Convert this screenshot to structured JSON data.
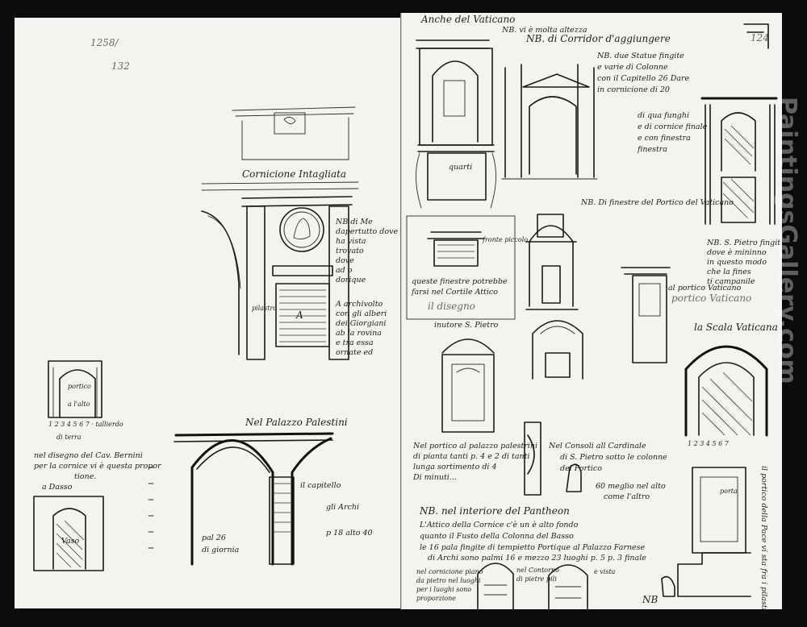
{
  "page": {
    "pencil_numbers": [
      "1258/",
      "132",
      "124"
    ],
    "watermark": "PaintingsGallery.com"
  },
  "left_sheet": {
    "cornice_label": "Cornicione Intagliata",
    "medallion_note": [
      "NB di Me",
      "dapertutto dove",
      "ha vista",
      "trovato",
      "dove",
      "ad o",
      "dorique"
    ],
    "pilaster_label": "pilastro",
    "arch_letter": "A",
    "arch_note": [
      "A archivolto",
      "con gli alberi",
      "dei Giorgiani",
      "ab la rovina",
      "e tra essa",
      "ornate ed"
    ],
    "small_bay_labels": [
      "portico",
      "a l'alto"
    ],
    "small_bay_scale": "1 2 3 4 5 6 7 · tallierdo",
    "small_bay_caption": "di terra",
    "bernini_note": [
      "nel disegno del Cav. Bernini",
      "per la cornice vi è questa propor",
      "tione.",
      "a Dasso"
    ],
    "vaso_label": "Vaso",
    "palazzo_title": "Nel Palazzo Palestini",
    "arch_dims": [
      "pal 26",
      "di giornia"
    ],
    "capital_label": "il capitello",
    "archi_label": "gli Archi",
    "side_dims": "p 18 alto 40"
  },
  "right_sheet": {
    "header_line1": "Anche del Vaticano",
    "header_line2": "NB. vi è molta altezza",
    "header_line3": "NB. di Corridor d'aggiungere",
    "statue_note": [
      "NB. due Statue fingite",
      "e varie di Colonne",
      "con il Capitello 26 Dare",
      "in cornicione di 20"
    ],
    "pilastri_note": [
      "di qua funghi",
      "e di cornice finale",
      "e con finestra",
      "finestra"
    ],
    "quarti_label": "quarti",
    "window_note": "NB. Di finestre del Portico del Vaticano",
    "frontispiece_note": [
      "queste finestre potrebbe",
      "farsi nel Cortile Attico"
    ],
    "fronte_label": "fronte piccolo",
    "pencil_label": "il disegno",
    "san_pietro_label": "inutore S. Pietro",
    "portico_vaticano": "al portico Vaticano",
    "portico_pencil": "portico Vaticano",
    "scala_label": "la Scala Vaticana",
    "scala_scale": "1 2 3 4 5 6 7",
    "pietro_note": [
      "NB. S. Pietro fingit",
      "dove è mininno",
      "in questo modo",
      "che la fines",
      "ti campanile"
    ],
    "palazzo_note": [
      "Nel portico al palazzo palestrini",
      "di pianta tanti p. 4 e 2 di tanti",
      "lunga sortimento di 4",
      "Di minuti..."
    ],
    "consoli_note": [
      "Nel Consoli all Cardinale",
      "di S. Pietro sotto le colonne",
      "del Portico"
    ],
    "console_dims": [
      "60 meglio nel alto",
      "come l'altro"
    ],
    "pantheon_note": [
      "NB. nel interiore del Pantheon",
      "L'Attico della Cornice c'è un è alto fondo",
      "quanto il Fusto della Colonna del Basso",
      "le 16 pala fingite di tempietto Portique al Palazzo Farnese",
      "di Archi sono palmi 16 e mezzo 23 luoghi p. 5 p. 3 finale"
    ],
    "bottom_note": [
      "nel cornicione piano",
      "da pietro nel luoghi",
      "per i luoghi sono",
      "proporzione"
    ],
    "bottom_labels": [
      "nel Contorno",
      "di pietre pili",
      "e vista"
    ],
    "vertical_note": "il portico della Pace vi sta fra i pilastri",
    "nb_bottom": "NB",
    "door_label": "porta"
  }
}
